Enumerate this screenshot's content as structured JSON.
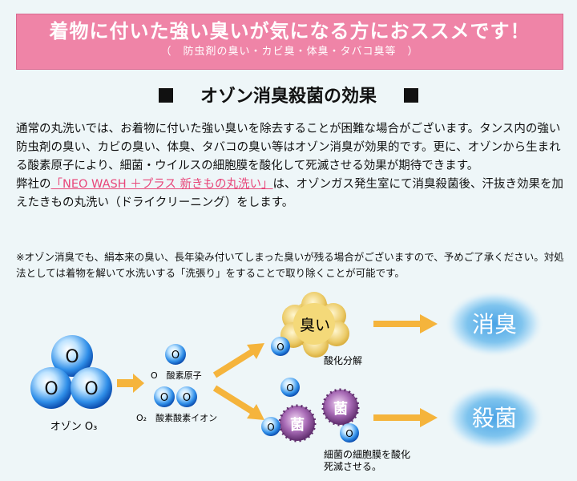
{
  "banner": {
    "main": "着物に付いた強い臭いが気になる方におススメです！",
    "sub": "（　防虫剤の臭い・カビ臭・体臭・タバコ臭等　）"
  },
  "heading": {
    "title": "オゾン消臭殺菌の効果"
  },
  "paragraph": {
    "line1": "通常の丸洗いでは、お着物に付いた強い臭いを除去することが困難な場合がございます。タンス内の強い防虫剤の臭い、カビの臭い、体臭、タバコの臭い等はオゾン消臭が効果的です。更に、オゾンから生まれる酸素原子により、細菌・ウイルスの細胞膜を酸化して死滅させる効果が期待できます。",
    "line2_pre": "弊社の",
    "line2_highlight": "「NEO WASH ＋プラス 新きもの丸洗い」",
    "line2_post": "は、オゾンガス発生室にて消臭殺菌後、汗抜き効果を加えたきもの丸洗い（ドライクリーニング）をします。"
  },
  "note": {
    "text": "※オゾン消臭でも、絹本来の臭い、長年染み付いてしまった臭いが残る場合がございますので、予めご了承ください。対処法としては着物を解いて水洗いする「洗張り」をすることで取り除くことが可能です。"
  },
  "diagram": {
    "o_letter": "O",
    "ozone_label": "オゾン O₃",
    "oxygen_atom_label": "O　酸素原子",
    "oxygen_ion_label": "O₂　酸素酸素イオン",
    "odor_label": "臭い",
    "oxidation_label": "酸化分解",
    "germ_label": "菌",
    "membrane_label_1": "細菌の細胞膜を酸化",
    "membrane_label_2": "死滅させる。",
    "deodorize_label": "消臭",
    "sterilize_label": "殺菌"
  },
  "colors": {
    "banner_pink": "#ef84a7",
    "highlight_pink": "#e8467a",
    "arrow_orange": "#f5b43c",
    "atom_blue": "#1a6fd0",
    "germ_purple": "#7a3e86",
    "odor_gold": "#eccc6a",
    "result_blue": "#7fc4ee"
  }
}
